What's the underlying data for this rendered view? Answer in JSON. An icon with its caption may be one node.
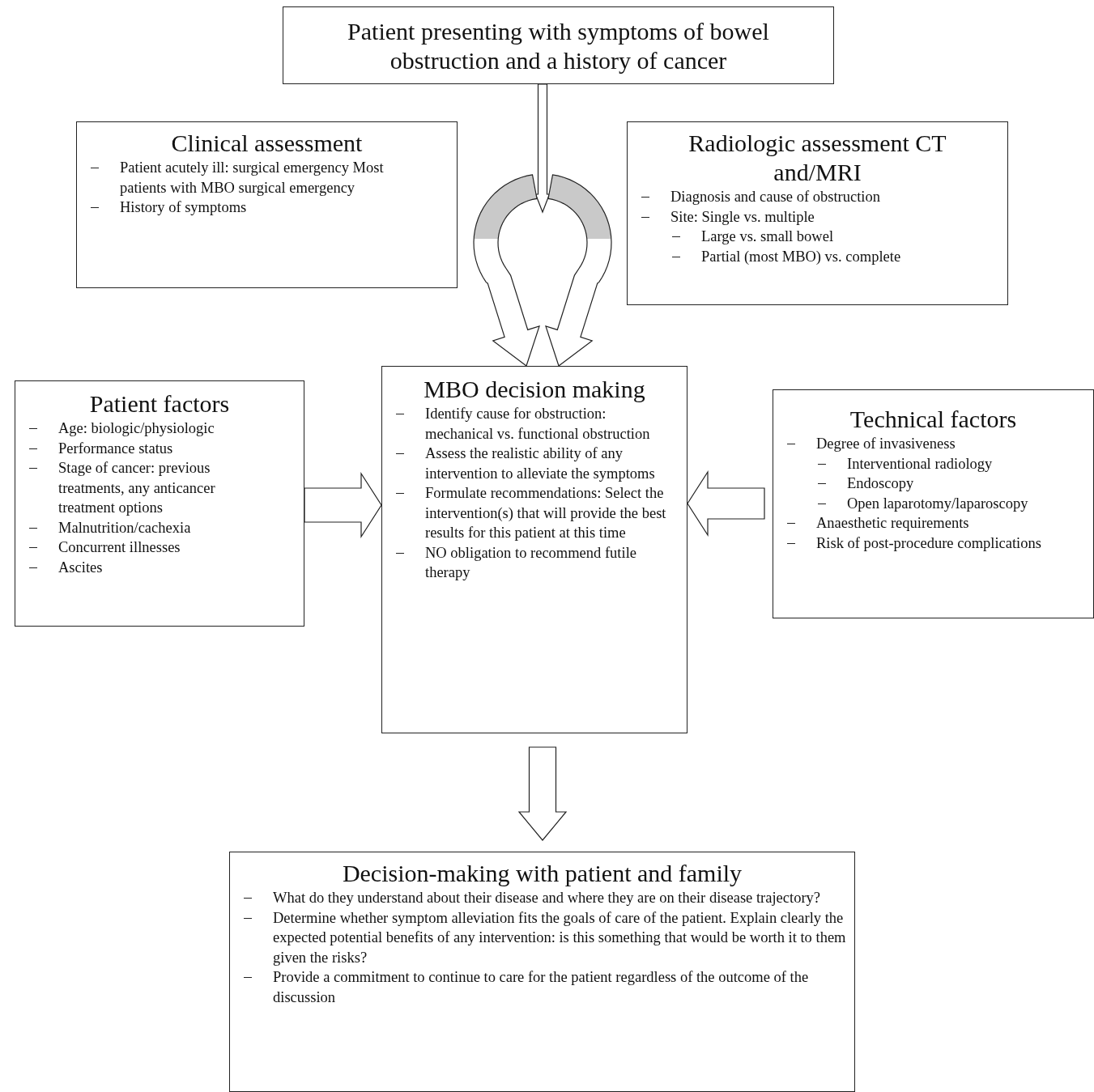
{
  "diagram": {
    "nodes": [
      {
        "text": [
          "Patient presenting with symptoms of bowel obstruction and a history of cancer"
        ]
      },
      {
        "text": [
          "Clinical assessment",
          "Patient acutely ill: surgical emergency Most patients with MBO surgical emergency",
          "History of symptoms"
        ]
      },
      {
        "text": [
          "Radiologic assessment CT and/MRI",
          "Diagnosis and cause of obstruction",
          "Site: Single vs. multiple",
          "Large vs. small bowel",
          "Partial (most MBO) vs. complete"
        ]
      },
      {
        "text": [
          "Patient factors",
          "Age: biologic/physiologic",
          "Performance status",
          "Stage of cancer: previous treatments, any anticancer treatment options",
          "Malnutrition/cachexia",
          "Concurrent illnesses",
          "Ascites"
        ]
      },
      {
        "text": [
          "MBO decision making",
          "Identify cause for obstruction: mechanical vs. functional obstruction",
          "Assess the realistic ability of any intervention to alleviate the symptoms",
          "Formulate recommendations: Select the intervention(s) that will provide the best results for this patient at this time",
          "NO obligation to recommend futile therapy"
        ]
      },
      {
        "text": [
          "Technical factors",
          "Degree of invasiveness",
          "Interventional radiology",
          "Endoscopy",
          "Open laparotomy/laparoscopy",
          "Anaesthetic requirements",
          "Risk of post-procedure complications"
        ]
      },
      {
        "text": [
          "Decision-making with patient and family",
          "What do they understand about their disease and where they are on their disease trajectory?",
          "Determine whether symptom alleviation fits the goals of care of the patient. Explain clearly the expected potential benefits of any intervention: is this something that would be worth it to them given the risks?",
          "Provide a commitment to continue to care for the patient regardless of the outcome of the discussion"
        ]
      }
    ],
    "edges": [
      {
        "from": 0,
        "to": null,
        "arrow": "to"
      },
      {
        "from": null,
        "to": 4,
        "arrow": "to"
      },
      {
        "from": null,
        "to": 4,
        "arrow": "to"
      },
      {
        "from": 3,
        "to": 4,
        "arrow": "to"
      },
      {
        "from": 5,
        "to": 4,
        "arrow": "to"
      },
      {
        "from": 4,
        "to": 6,
        "arrow": "to"
      }
    ]
  }
}
